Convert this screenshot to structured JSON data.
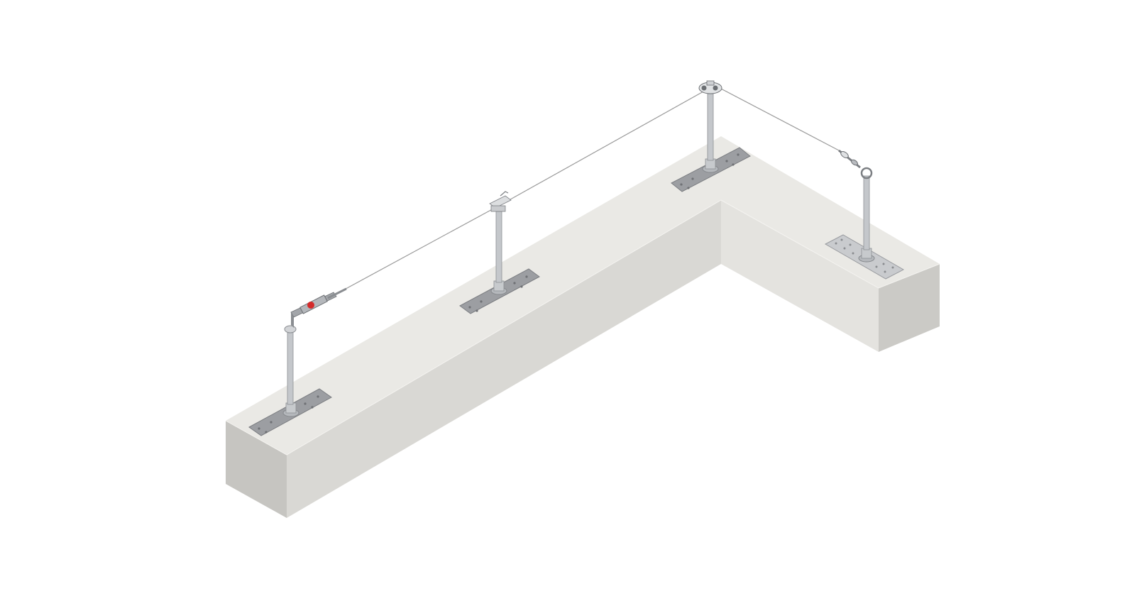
{
  "scene": {
    "background": "#ffffff",
    "subject": "l-shaped-roof-parapet-with-horizontal-lifeline",
    "colors": {
      "block_top": "#e9e8e4",
      "block_front": "#d8d7d3",
      "block_side": "#c4c3bf",
      "block_inner": "#e2e1dd",
      "plate": "#9a9ca0",
      "plate_light": "#c9cbce",
      "post": "#c3c6ca",
      "post_dark": "#8d9094",
      "cable": "#8a8a8a",
      "tensioner_red": "#d42a2a"
    },
    "anchors": [
      {
        "type": "end-anchor-with-tensioner"
      },
      {
        "type": "intermediate-bracket"
      },
      {
        "type": "corner-bracket"
      },
      {
        "type": "end-anchor-with-shock-absorber"
      }
    ]
  }
}
